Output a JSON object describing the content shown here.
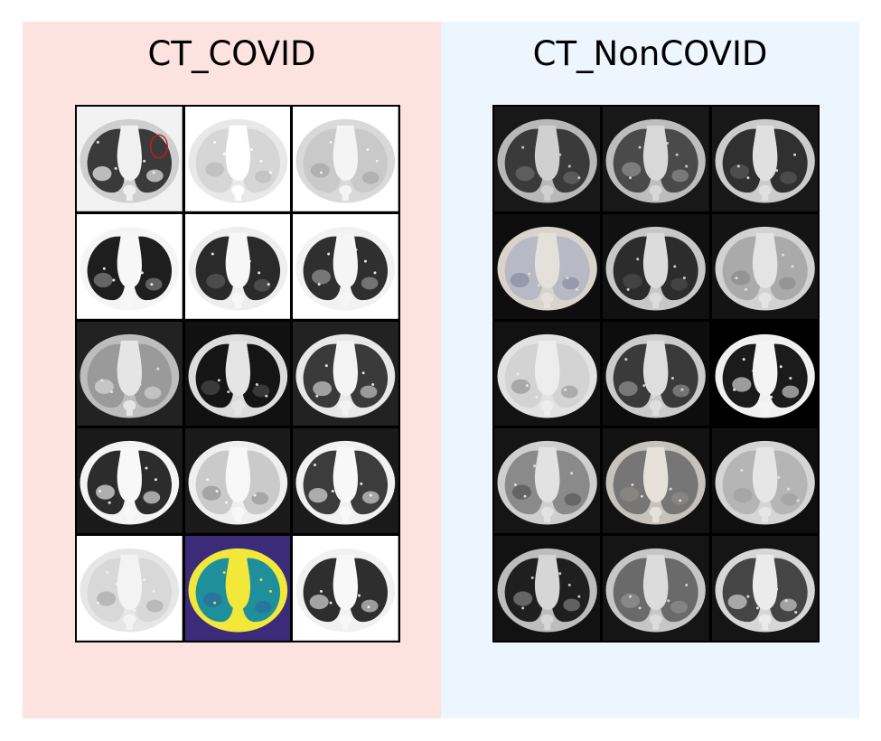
{
  "panels": [
    {
      "title": "CT_COVID",
      "background": "#fde3df",
      "tiles": [
        {
          "bg": "#f2f2f2",
          "body": "#cfcfcf",
          "lung": "#3a3a3a",
          "heart": "#f0f0f0",
          "gg": "#dddddd",
          "mark": "red-circle"
        },
        {
          "bg": "#ffffff",
          "body": "#e8e8e8",
          "lung": "#d6d6d6",
          "heart": "#ffffff",
          "gg": "#bdbdbd"
        },
        {
          "bg": "#ffffff",
          "body": "#d9d9d9",
          "lung": "#c9c9c9",
          "heart": "#f4f4f4",
          "gg": "#aaaaaa"
        },
        {
          "bg": "#ffffff",
          "body": "#f5f5f5",
          "lung": "#1e1e1e",
          "heart": "#f7f7f7",
          "gg": "#777777"
        },
        {
          "bg": "#ffffff",
          "body": "#eeeeee",
          "lung": "#2a2a2a",
          "heart": "#f7f7f7",
          "gg": "#555555"
        },
        {
          "bg": "#ffffff",
          "body": "#f2f2f2",
          "lung": "#2f2f2f",
          "heart": "#f5f5f5",
          "gg": "#8a8a8a"
        },
        {
          "bg": "#222222",
          "body": "#bdbdbd",
          "lung": "#9a9a9a",
          "heart": "#e5e5e5",
          "gg": "#cfcfcf"
        },
        {
          "bg": "#111111",
          "body": "#dcdcdc",
          "lung": "#151515",
          "heart": "#e5e5e5",
          "gg": "#444444"
        },
        {
          "bg": "#222222",
          "body": "#e8e8e8",
          "lung": "#3a3a3a",
          "heart": "#f3f3f3",
          "gg": "#bbbbbb"
        },
        {
          "bg": "#1a1a1a",
          "body": "#f4f4f4",
          "lung": "#2c2c2c",
          "heart": "#f8f8f8",
          "gg": "#cfcfcf"
        },
        {
          "bg": "#1a1a1a",
          "body": "#efefef",
          "lung": "#cacaca",
          "heart": "#f8f8f8",
          "gg": "#9a9a9a"
        },
        {
          "bg": "#1a1a1a",
          "body": "#f1f1f1",
          "lung": "#3c3c3c",
          "heart": "#f8f8f8",
          "gg": "#c8c8c8"
        },
        {
          "bg": "#ffffff",
          "body": "#e6e6e6",
          "lung": "#d8d8d8",
          "heart": "#f3f3f3",
          "gg": "#b0b0b0"
        },
        {
          "bg": "#3b2b78",
          "body": "#f2e83a",
          "lung": "#1f8f9c",
          "heart": "#f2e83a",
          "gg": "#2a6fa0"
        },
        {
          "bg": "#ffffff",
          "body": "#f1f1f1",
          "lung": "#2e2e2e",
          "heart": "#f8f8f8",
          "gg": "#c2c2c2"
        }
      ]
    },
    {
      "title": "CT_NonCOVID",
      "background": "#edf5fe",
      "tiles": [
        {
          "bg": "#181818",
          "body": "#b8b8b8",
          "lung": "#3a3a3a",
          "heart": "#d0d0d0",
          "gg": "#666666"
        },
        {
          "bg": "#181818",
          "body": "#bdbdbd",
          "lung": "#4a4a4a",
          "heart": "#d8d8d8",
          "gg": "#8a8a8a"
        },
        {
          "bg": "#181818",
          "body": "#cccccc",
          "lung": "#303030",
          "heart": "#e0e0e0",
          "gg": "#555555"
        },
        {
          "bg": "#0e0e0e",
          "body": "#d8d4cc",
          "lung": "#b7b9c4",
          "heart": "#e4e1db",
          "gg": "#8c90a6"
        },
        {
          "bg": "#111111",
          "body": "#c7c7c7",
          "lung": "#2c2c2c",
          "heart": "#dcdcdc",
          "gg": "#4a4a4a"
        },
        {
          "bg": "#141414",
          "body": "#d2d2d2",
          "lung": "#aaaaaa",
          "heart": "#e4e4e4",
          "gg": "#8e8e8e"
        },
        {
          "bg": "#121212",
          "body": "#e2e2e2",
          "lung": "#d3d3d3",
          "heart": "#ededed",
          "gg": "#9e9e9e"
        },
        {
          "bg": "#0d0d0d",
          "body": "#cbcbcb",
          "lung": "#3a3a3a",
          "heart": "#dedede",
          "gg": "#888888"
        },
        {
          "bg": "#000000",
          "body": "#f0f0f0",
          "lung": "#1b1b1b",
          "heart": "#f4f4f4",
          "gg": "#bdbdbd"
        },
        {
          "bg": "#151515",
          "body": "#cfcfcf",
          "lung": "#8a8a8a",
          "heart": "#e2e2e2",
          "gg": "#5a5a5a"
        },
        {
          "bg": "#121212",
          "body": "#c7c2bb",
          "lung": "#767676",
          "heart": "#e6e1da",
          "gg": "#8d8a85"
        },
        {
          "bg": "#0f0f0f",
          "body": "#d5d5d5",
          "lung": "#b5b5b5",
          "heart": "#e6e6e6",
          "gg": "#a2a2a2"
        },
        {
          "bg": "#121212",
          "body": "#bdbdbd",
          "lung": "#1f1f1f",
          "heart": "#d6d6d6",
          "gg": "#777777"
        },
        {
          "bg": "#151515",
          "body": "#c6c6c6",
          "lung": "#6a6a6a",
          "heart": "#dcdcdc",
          "gg": "#8e8e8e"
        },
        {
          "bg": "#151515",
          "body": "#d7d7d7",
          "lung": "#454545",
          "heart": "#ebebeb",
          "gg": "#c0c0c0"
        }
      ]
    }
  ]
}
